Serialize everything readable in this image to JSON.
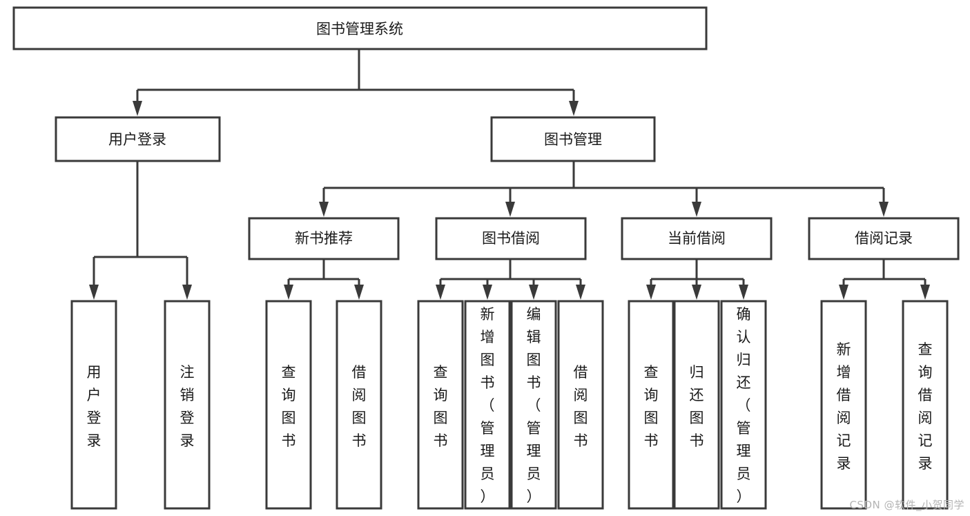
{
  "diagram": {
    "type": "tree-hierarchy-flowchart",
    "title": "图书管理系统",
    "orientation": "top-down",
    "colors": {
      "box_fill": "#ffffff",
      "box_stroke": "#3a3a3a",
      "text": "#1a1a1a",
      "watermark": "#b4b4b4"
    },
    "root": {
      "id": "root",
      "label": "图书管理系统",
      "text_orientation": "horizontal"
    },
    "level2": [
      {
        "id": "user-login",
        "label": "用户登录",
        "text_orientation": "horizontal"
      },
      {
        "id": "book-manage",
        "label": "图书管理",
        "text_orientation": "horizontal"
      }
    ],
    "level3": [
      {
        "id": "new-book-rec",
        "label": "新书推荐",
        "text_orientation": "horizontal",
        "parent": "book-manage"
      },
      {
        "id": "book-borrow",
        "label": "图书借阅",
        "text_orientation": "horizontal",
        "parent": "book-manage"
      },
      {
        "id": "current-borrow",
        "label": "当前借阅",
        "text_orientation": "horizontal",
        "parent": "book-manage"
      },
      {
        "id": "borrow-record",
        "label": "借阅记录",
        "text_orientation": "horizontal",
        "parent": "book-manage"
      }
    ],
    "leaves": [
      {
        "id": "leaf-user-login",
        "label": "用户登录",
        "parent": "user-login",
        "text_orientation": "vertical",
        "align": "middle"
      },
      {
        "id": "leaf-logout",
        "label": "注销登录",
        "parent": "user-login",
        "text_orientation": "vertical",
        "align": "middle"
      },
      {
        "id": "leaf-query-book-1",
        "label": "查询图书",
        "parent": "new-book-rec",
        "text_orientation": "vertical",
        "align": "middle"
      },
      {
        "id": "leaf-borrow-book-1",
        "label": "借阅图书",
        "parent": "new-book-rec",
        "text_orientation": "vertical",
        "align": "middle"
      },
      {
        "id": "leaf-query-book-2",
        "label": "查询图书",
        "parent": "book-borrow",
        "text_orientation": "vertical",
        "align": "middle"
      },
      {
        "id": "leaf-add-book-admin",
        "label": "新增图书（管理员）",
        "parent": "book-borrow",
        "text_orientation": "vertical",
        "align": "top"
      },
      {
        "id": "leaf-edit-book-admin",
        "label": "编辑图书（管理员）",
        "parent": "book-borrow",
        "text_orientation": "vertical",
        "align": "top"
      },
      {
        "id": "leaf-borrow-book-2",
        "label": "借阅图书",
        "parent": "book-borrow",
        "text_orientation": "vertical",
        "align": "middle"
      },
      {
        "id": "leaf-query-book-3",
        "label": "查询图书",
        "parent": "current-borrow",
        "text_orientation": "vertical",
        "align": "middle"
      },
      {
        "id": "leaf-return-book",
        "label": "归还图书",
        "parent": "current-borrow",
        "text_orientation": "vertical",
        "align": "middle"
      },
      {
        "id": "leaf-confirm-return-admin",
        "label": "确认归还（管理员）",
        "parent": "current-borrow",
        "text_orientation": "vertical",
        "align": "top"
      },
      {
        "id": "leaf-add-record",
        "label": "新增借阅记录",
        "parent": "borrow-record",
        "text_orientation": "vertical",
        "align": "middle"
      },
      {
        "id": "leaf-query-record",
        "label": "查询借阅记录",
        "parent": "borrow-record",
        "text_orientation": "vertical",
        "align": "middle"
      }
    ]
  },
  "watermark": {
    "text": "CSDN @软件_小贺同学"
  }
}
